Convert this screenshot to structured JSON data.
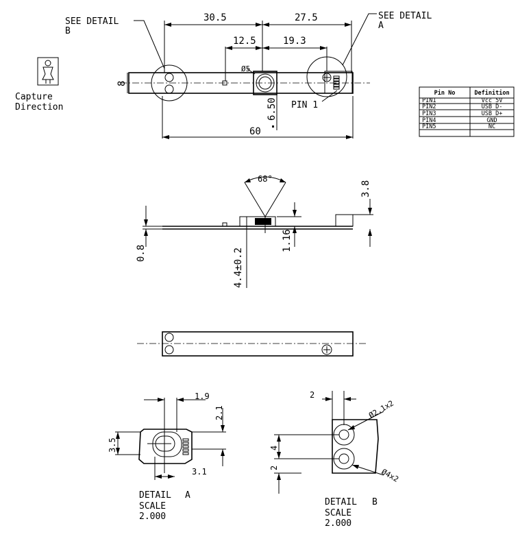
{
  "labels": {
    "see_detail_b_1": "SEE DETAIL",
    "see_detail_b_2": "B",
    "see_detail_a_1": "SEE DETAIL",
    "see_detail_a_2": "A",
    "pin1": "PIN 1",
    "capture_1": "Capture",
    "capture_2": "Direction",
    "detail_a_1": "DETAIL",
    "detail_a_2": "A",
    "detail_a_scale": "SCALE",
    "detail_a_scale_val": "2.000",
    "detail_b_1": "DETAIL",
    "detail_b_2": "B",
    "detail_b_scale": "SCALE",
    "detail_b_scale_val": "2.000"
  },
  "dims": {
    "d30_5": "30.5",
    "d27_5": "27.5",
    "d12_5": "12.5",
    "d19_3": "19.3",
    "d60": "60",
    "d8": "8",
    "phi5": "Ø5",
    "d6_50": "6.50",
    "angle68": "68°",
    "d3_8": "3.8",
    "d0_8": "0.8",
    "d1_16": "1.16",
    "d4_4": "4.4±0.2",
    "a_1_9": "1.9",
    "a_2_1": "2.1",
    "a_3_5": "3.5",
    "a_3_1": "3.1",
    "b_2_top": "2",
    "b_4": "4",
    "b_2_left": "2",
    "b_phi21": "Ø2.1x2",
    "b_phi4": "Ø4x2"
  },
  "pin_table": {
    "headers": [
      "Pin No",
      "Definition"
    ],
    "rows": [
      [
        "PIN1",
        "Vcc 5V"
      ],
      [
        "PIN2",
        "USB D-"
      ],
      [
        "PIN3",
        "USB D+"
      ],
      [
        "PIN4",
        "GND"
      ],
      [
        "PIN5",
        "NC"
      ]
    ]
  }
}
